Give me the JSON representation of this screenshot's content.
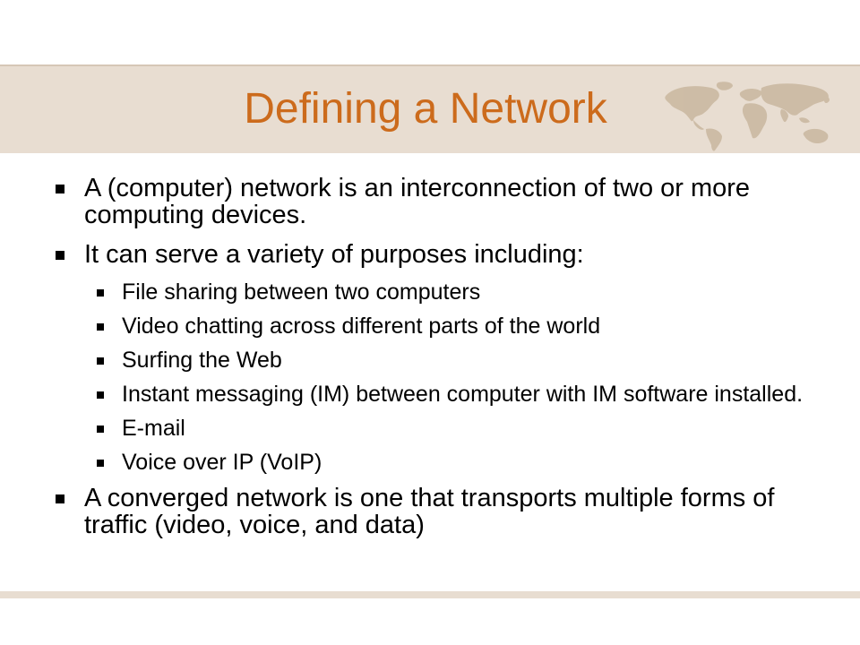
{
  "slide": {
    "title": "Defining a Network",
    "bullets": [
      {
        "level": 1,
        "text": "A (computer) network is an interconnection of two or more computing devices."
      },
      {
        "level": 1,
        "text": "It can serve a variety of purposes including:"
      },
      {
        "level": 2,
        "text": "File sharing between two computers"
      },
      {
        "level": 2,
        "text": "Video chatting across different parts of the world"
      },
      {
        "level": 2,
        "text": "Surfing the Web"
      },
      {
        "level": 2,
        "text": "Instant messaging (IM) between computer with IM software installed."
      },
      {
        "level": 2,
        "text": "E-mail"
      },
      {
        "level": 2,
        "text": "Voice over IP (VoIP)"
      },
      {
        "level": 1,
        "text": "A converged network is one that transports multiple forms of traffic (video, voice, and data)"
      }
    ]
  },
  "colors": {
    "title": "#cc6b1c",
    "band": "#e8ddd1",
    "map": "#c9b79f"
  },
  "icons": {
    "world_map": "world-map-icon",
    "bullet": "square-bullet-icon"
  }
}
